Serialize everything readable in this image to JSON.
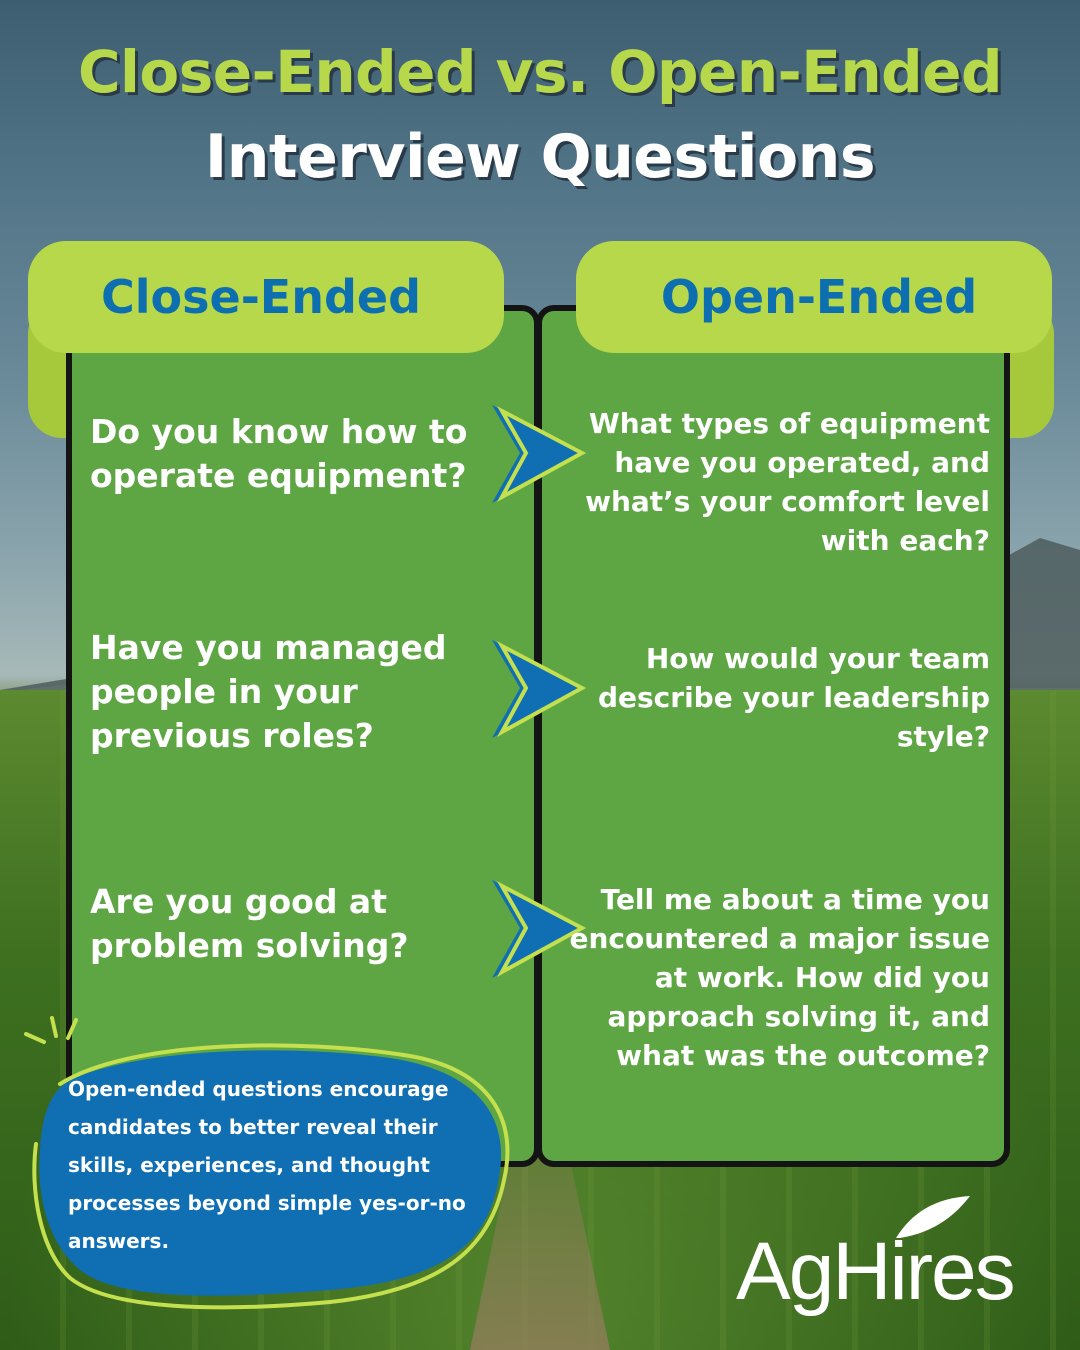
{
  "header": {
    "title_line1": "Close-Ended vs. Open-Ended",
    "title_line2": "Interview Questions"
  },
  "columns": {
    "left_label": "Close-Ended",
    "right_label": "Open-Ended"
  },
  "pairs": [
    {
      "closed": "Do you know how to operate equipment?",
      "open": "What types of equipment have you operated, and what’s your comfort level with each?"
    },
    {
      "closed": "Have you managed people in your previous roles?",
      "open": "How would your team describe your leadership style?"
    },
    {
      "closed": "Are you good at problem solving?",
      "open": "Tell me about a time you encountered a major issue at work. How did you approach solving it, and what was the outcome?"
    }
  ],
  "note": "Open-ended questions encourage candidates to better reveal their skills, experiences, and thought processes beyond simple yes-or-no answers.",
  "brand": {
    "name": "AgHires"
  },
  "colors": {
    "panel_green": "#5ea544",
    "ribbon_lime": "#b7d84a",
    "heading_blue": "#0d6fb0",
    "title_lime": "#b6d84a",
    "note_blue": "#0f6fb2"
  }
}
